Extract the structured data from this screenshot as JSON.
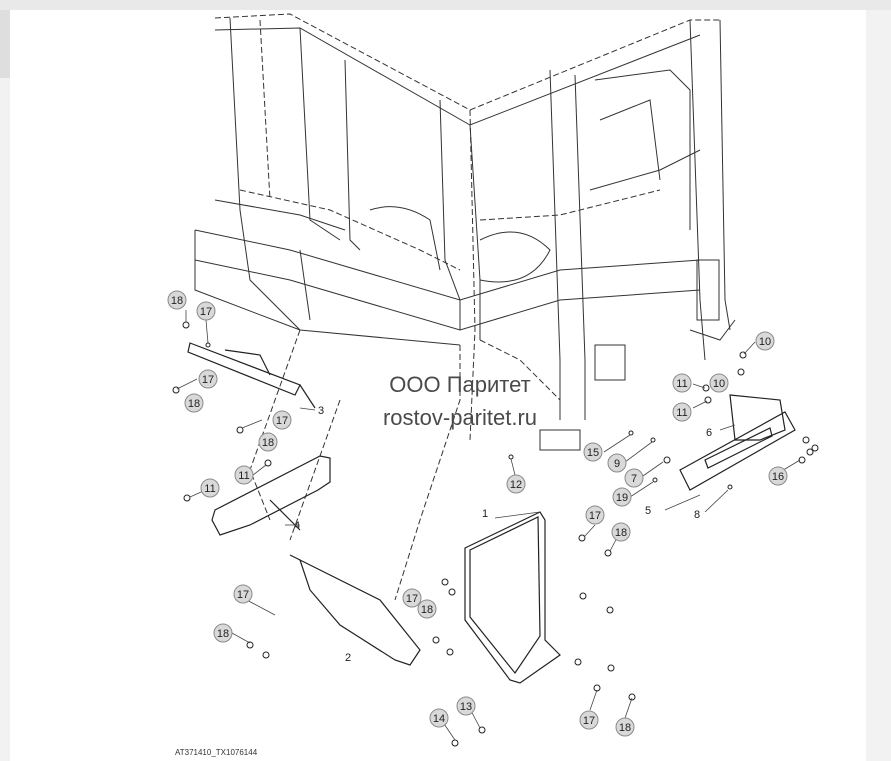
{
  "watermark": {
    "line1": "ООО Паритет",
    "line2": "rostov-paritet.ru"
  },
  "drawing_ref": "AT371410_TX1076144",
  "callouts": [
    {
      "id": "c18a",
      "label": "18"
    },
    {
      "id": "c17a",
      "label": "17"
    },
    {
      "id": "c17b",
      "label": "17"
    },
    {
      "id": "c18b",
      "label": "18"
    },
    {
      "id": "c17c",
      "label": "17"
    },
    {
      "id": "c18c",
      "label": "18"
    },
    {
      "id": "c11a",
      "label": "11"
    },
    {
      "id": "c11b",
      "label": "11"
    },
    {
      "id": "c17d",
      "label": "17"
    },
    {
      "id": "c18d",
      "label": "18"
    },
    {
      "id": "c17e",
      "label": "17"
    },
    {
      "id": "c18e",
      "label": "18"
    },
    {
      "id": "c12",
      "label": "12"
    },
    {
      "id": "c15",
      "label": "15"
    },
    {
      "id": "c9",
      "label": "9"
    },
    {
      "id": "c7",
      "label": "7"
    },
    {
      "id": "c19",
      "label": "19"
    },
    {
      "id": "c10a",
      "label": "10"
    },
    {
      "id": "c10b",
      "label": "10"
    },
    {
      "id": "c11c",
      "label": "11"
    },
    {
      "id": "c11d",
      "label": "11"
    },
    {
      "id": "c16",
      "label": "16"
    },
    {
      "id": "c17f",
      "label": "17"
    },
    {
      "id": "c18f",
      "label": "18"
    },
    {
      "id": "c17g",
      "label": "17"
    },
    {
      "id": "c18g",
      "label": "18"
    },
    {
      "id": "c14",
      "label": "14"
    },
    {
      "id": "c13",
      "label": "13"
    }
  ],
  "part_labels": [
    {
      "id": "p3",
      "label": "3"
    },
    {
      "id": "p4",
      "label": "4"
    },
    {
      "id": "p2",
      "label": "2"
    },
    {
      "id": "p1",
      "label": "1"
    },
    {
      "id": "p6",
      "label": "6"
    },
    {
      "id": "p5",
      "label": "5"
    },
    {
      "id": "p8",
      "label": "8"
    }
  ]
}
